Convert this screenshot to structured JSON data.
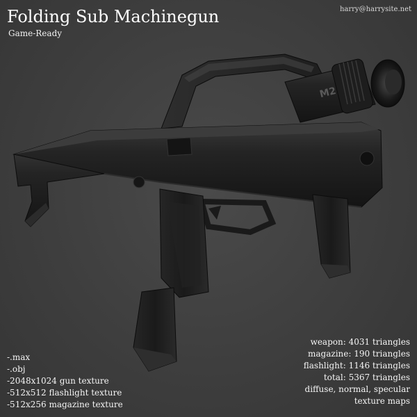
{
  "header": {
    "title": "Folding Sub Machinegun",
    "subtitle": "Game-Ready",
    "email": "harry@harrysite.net"
  },
  "files": [
    "-.max",
    "-.obj",
    "-2048x1024 gun texture",
    "-512x512 flashlight texture",
    "-512x256 magazine texture"
  ],
  "stats": [
    "weapon: 4031 triangles",
    "magazine: 190 triangles",
    "flashlight: 1146 triangles",
    "total: 5367 triangles",
    "diffuse, normal, specular",
    "texture maps"
  ],
  "colors": {
    "background": "#3f3f3f",
    "gun_body": "#1c1c1c",
    "gun_highlight": "#4a4a4a",
    "text": "#f2f2f2"
  }
}
